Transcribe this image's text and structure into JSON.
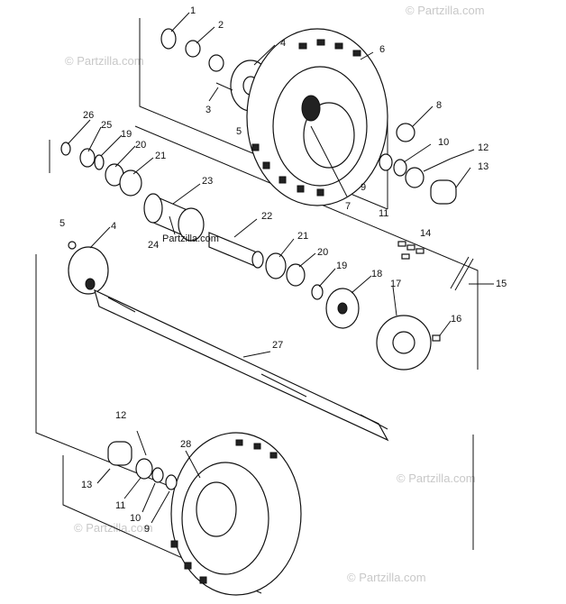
{
  "watermark": {
    "text": "© Partzilla.com",
    "center_text": "Partzilla.com"
  },
  "callouts": [
    {
      "id": "c1",
      "text": "1"
    },
    {
      "id": "c2",
      "text": "2"
    },
    {
      "id": "c3",
      "text": "3"
    },
    {
      "id": "c4a",
      "text": "4"
    },
    {
      "id": "c5a",
      "text": "5"
    },
    {
      "id": "c6",
      "text": "6"
    },
    {
      "id": "c7",
      "text": "7"
    },
    {
      "id": "c8",
      "text": "8"
    },
    {
      "id": "c9a",
      "text": "9"
    },
    {
      "id": "c10a",
      "text": "10"
    },
    {
      "id": "c11a",
      "text": "11"
    },
    {
      "id": "c12a",
      "text": "12"
    },
    {
      "id": "c13a",
      "text": "13"
    },
    {
      "id": "c26",
      "text": "26"
    },
    {
      "id": "c25",
      "text": "25"
    },
    {
      "id": "c19a",
      "text": "19"
    },
    {
      "id": "c20a",
      "text": "20"
    },
    {
      "id": "c21a",
      "text": "21"
    },
    {
      "id": "c23",
      "text": "23"
    },
    {
      "id": "c22",
      "text": "22"
    },
    {
      "id": "c24",
      "text": "24"
    },
    {
      "id": "c5b",
      "text": "5"
    },
    {
      "id": "c4b",
      "text": "4"
    },
    {
      "id": "c21b",
      "text": "21"
    },
    {
      "id": "c20b",
      "text": "20"
    },
    {
      "id": "c19b",
      "text": "19"
    },
    {
      "id": "c18",
      "text": "18"
    },
    {
      "id": "c17",
      "text": "17"
    },
    {
      "id": "c14",
      "text": "14"
    },
    {
      "id": "c15",
      "text": "15"
    },
    {
      "id": "c16",
      "text": "16"
    },
    {
      "id": "c27",
      "text": "27"
    },
    {
      "id": "c12b",
      "text": "12"
    },
    {
      "id": "c28",
      "text": "28"
    },
    {
      "id": "c13b",
      "text": "13"
    },
    {
      "id": "c11b",
      "text": "11"
    },
    {
      "id": "c10b",
      "text": "10"
    },
    {
      "id": "c9b",
      "text": "9"
    }
  ]
}
